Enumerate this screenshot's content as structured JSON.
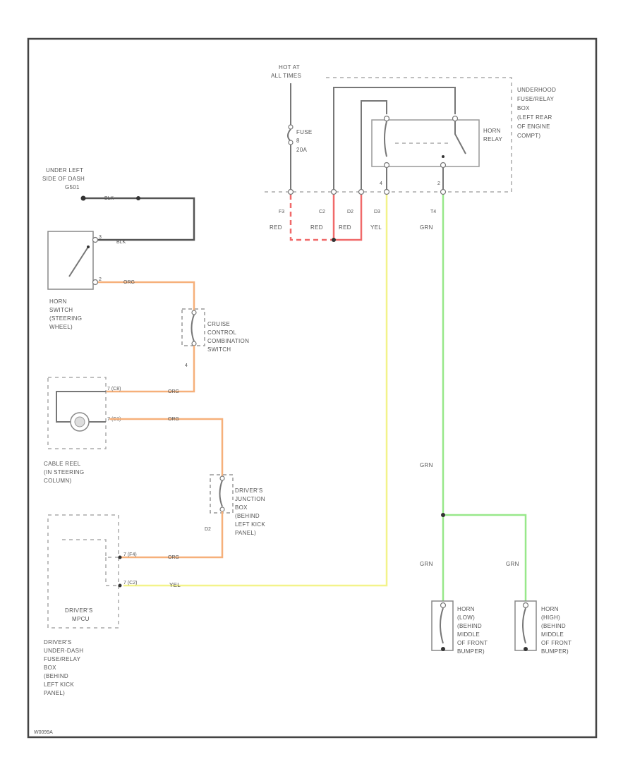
{
  "labels": {
    "hot_at_all_times": [
      "HOT AT",
      "ALL TIMES"
    ],
    "fuse": [
      "FUSE",
      "8",
      "20A"
    ],
    "underhood_box": [
      "UNDERHOOD",
      "FUSE/RELAY",
      "BOX",
      "(LEFT REAR",
      "OF ENGINE",
      "COMPT)"
    ],
    "horn_relay": [
      "HORN",
      "RELAY"
    ],
    "ground": [
      "UNDER LEFT",
      "SIDE OF DASH",
      "G501"
    ],
    "horn_switch": [
      "HORN",
      "SWITCH",
      "(STEERING",
      "WHEEL)"
    ],
    "cruise_switch": [
      "CRUISE",
      "CONTROL",
      "COMBINATION",
      "SWITCH"
    ],
    "cable_reel": [
      "CABLE REEL",
      "(IN STEERING",
      "COLUMN)"
    ],
    "drivers_junction": [
      "DRIVER'S",
      "JUNCTION",
      "BOX",
      "(BEHIND",
      "LEFT KICK",
      "PANEL)"
    ],
    "drivers_mpcu": [
      "DRIVER'S",
      "MPCU"
    ],
    "drivers_underdash": [
      "DRIVER'S",
      "UNDER-DASH",
      "FUSE/RELAY",
      "BOX",
      "(BEHIND",
      "LEFT KICK",
      "PANEL)"
    ],
    "horn_low": [
      "HORN",
      "(LOW)",
      "(BEHIND",
      "MIDDLE",
      "OF FRONT",
      "BUMPER)"
    ],
    "horn_high": [
      "HORN",
      "(HIGH)",
      "(BEHIND",
      "MIDDLE",
      "OF FRONT",
      "BUMPER)"
    ],
    "diagram_id": "W0099A"
  },
  "pins": {
    "p_relay_4": "4",
    "p_relay_2": "2",
    "p_f1": "F3",
    "p_f2": "C2",
    "p_f3": "D2",
    "p_f4": "D3",
    "p_f5": "T4",
    "p_hs_g": "3",
    "p_hs_o": "2",
    "p_cc": "4",
    "p_cr1": "7 (C8)",
    "p_cr2": "7 (C1)",
    "p_dj": "D2",
    "p_mp1": "7 (F4)",
    "p_mp2": "7 (C2)"
  },
  "wires": {
    "red1": "RED",
    "red2": "RED",
    "red3": "RED",
    "yel_top": "YEL",
    "yel_bottom": "YEL",
    "grn_top": "GRN",
    "grn_mid": "GRN",
    "grn_low1": "GRN",
    "grn_low2": "GRN",
    "blk1": "BLK",
    "blk2": "BLK",
    "org1": "ORG",
    "org2": "ORG",
    "org3": "ORG",
    "org4": "ORG"
  }
}
